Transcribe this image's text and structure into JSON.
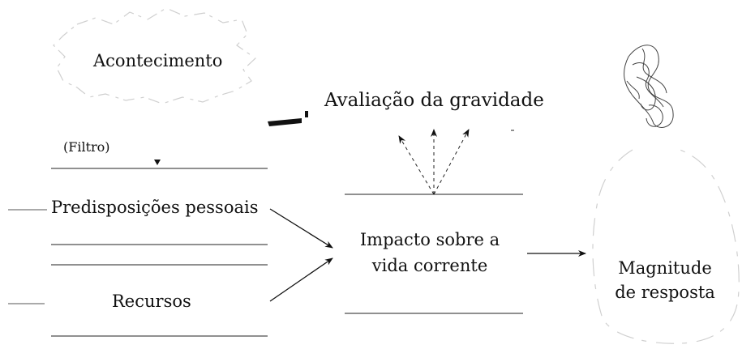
{
  "diagram": {
    "event": "Acontecimento",
    "severity": "Avaliação da gravidade",
    "filter": "(Filtro)",
    "predispositions": "Predisposições pessoais",
    "resources": "Recursos",
    "impact_line1": "Impacto sobre a",
    "impact_line2": "vida corrente",
    "magnitude_line1": "Magnitude",
    "magnitude_line2": "de resposta"
  }
}
